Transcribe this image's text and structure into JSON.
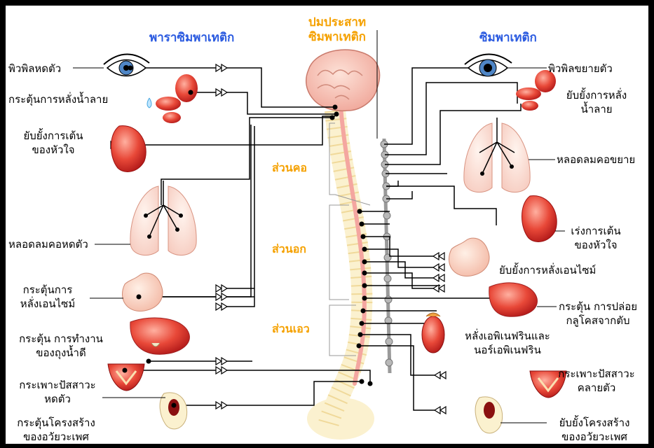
{
  "headings": {
    "parasympathetic": "พาราซิมพาเทติก",
    "center_line1": "ปมประสาท",
    "center_line2": "ซิมพาเทติก",
    "sympathetic": "ซิมพาเทติก"
  },
  "regions": {
    "cervical": "ส่วนคอ",
    "thoracic": "ส่วนอก",
    "lumbar": "ส่วนเอว"
  },
  "left_labels": {
    "pupil": "พิวพิลหดตัว",
    "saliva": "กระตุ้นการหลั่งน้ำลาย",
    "heart_line1": "ยับยั้งการเต้น",
    "heart_line2": "ของหัวใจ",
    "bronchi": "หลอดลมคอหดตัว",
    "enzyme_line1": "กระตุ้นการ",
    "enzyme_line2": "หลั่งเอนไซม์",
    "gall_line1": "กระตุ้น การทำงาน",
    "gall_line2": "ของถุงน้ำดี",
    "bladder_line1": "กระเพาะปัสสาวะ",
    "bladder_line2": "หดตัว",
    "genital_line1": "กระตุ้นโครงสร้าง",
    "genital_line2": "ของอวัยวะเพศ"
  },
  "right_labels": {
    "pupil": "พิวพิลขยายตัว",
    "saliva_line1": "ยับยั้งการหลั่ง",
    "saliva_line2": "น้ำลาย",
    "bronchi": "หลอดลมคอขยาย",
    "heart_line1": "เร่งการเต้น",
    "heart_line2": "ของหัวใจ",
    "enzyme": "ยับยั้งการหลั่งเอนไซม์",
    "glucose_line1": "กระตุ้น การปล่อย",
    "glucose_line2": "กลูโคสจากตับ",
    "adrenal_line1": "หลั่งเอพิเนฟรินและ",
    "adrenal_line2": "นอร์เอพิเนฟริน",
    "bladder_line1": "กระเพาะปัสสาวะ",
    "bladder_line2": "คลายตัว",
    "genital_line1": "ยับยั้งโครงสร้าง",
    "genital_line2": "ของอวัยวะเพศ"
  },
  "colors": {
    "background_frame": "#000000",
    "heading_blue": "#2a5ae0",
    "heading_orange": "#f5a100",
    "organ_red": "#e03030",
    "spinal_cord": "#f4a6a0",
    "ganglion_chain": "#b0b0b0"
  }
}
